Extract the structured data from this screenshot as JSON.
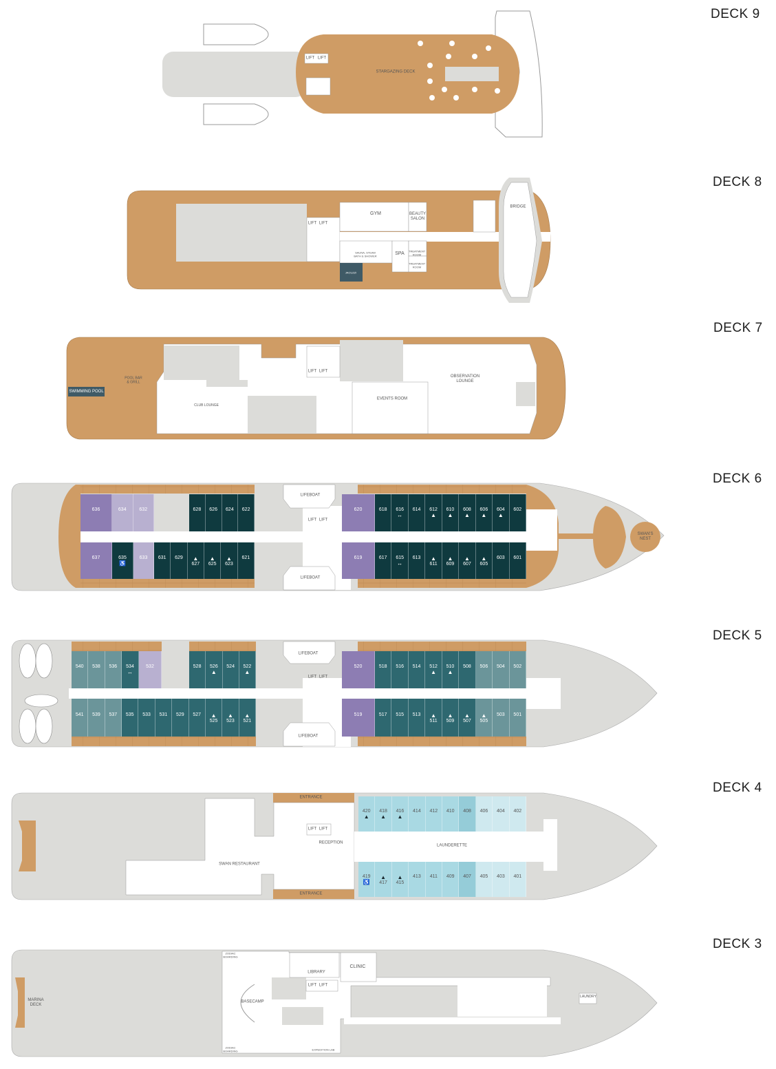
{
  "decks": {
    "d9": {
      "title": "DECK 9",
      "labels": {
        "stargazing": "STARGAZING DECK",
        "lift1": "LIFT",
        "lift2": "LIFT"
      }
    },
    "d8": {
      "title": "DECK 8",
      "labels": {
        "gym": "GYM",
        "beauty": "BEAUTY SALON",
        "lift1": "LIFT",
        "lift2": "LIFT",
        "sauna": "SAUNA, STEAM BATH & SHOWER",
        "spa": "SPA",
        "treat1": "TREATMENT ROOM",
        "treat2": "TREATMENT ROOM",
        "jacuzzi": "JACUZZI",
        "bridge": "BRIDGE"
      }
    },
    "d7": {
      "title": "DECK 7",
      "labels": {
        "pool": "SWIMMING POOL",
        "poolbar": "POOL BAR & GRILL",
        "club": "CLUB LOUNGE",
        "lift1": "LIFT",
        "lift2": "LIFT",
        "events": "EVENTS ROOM",
        "observation": "OBSERVATION LOUNGE"
      }
    },
    "d6": {
      "title": "DECK 6",
      "labels": {
        "lifeboat1": "LIFEBOAT",
        "lifeboat2": "LIFEBOAT",
        "lift1": "LIFT",
        "lift2": "LIFT",
        "swans": "SWAN'S NEST"
      },
      "top": [
        {
          "n": "636",
          "c": "purple",
          "m": ""
        },
        {
          "n": "634",
          "c": "lilac",
          "m": ""
        },
        {
          "n": "632",
          "c": "lilac",
          "m": ""
        },
        {
          "n": "628",
          "c": "navy",
          "m": ""
        },
        {
          "n": "626",
          "c": "navy",
          "m": ""
        },
        {
          "n": "624",
          "c": "navy",
          "m": ""
        },
        {
          "n": "622",
          "c": "navy",
          "m": ""
        },
        {
          "n": "620",
          "c": "purple",
          "m": ""
        },
        {
          "n": "618",
          "c": "navy",
          "m": ""
        },
        {
          "n": "616",
          "c": "navy",
          "m": "↔"
        },
        {
          "n": "614",
          "c": "navy",
          "m": ""
        },
        {
          "n": "612",
          "c": "navy",
          "m": "▲"
        },
        {
          "n": "610",
          "c": "navy",
          "m": "▲"
        },
        {
          "n": "608",
          "c": "navy",
          "m": "▲"
        },
        {
          "n": "606",
          "c": "navy",
          "m": "▲"
        },
        {
          "n": "604",
          "c": "navy",
          "m": "▲"
        },
        {
          "n": "602",
          "c": "navy",
          "m": ""
        }
      ],
      "bottom": [
        {
          "n": "637",
          "c": "purple",
          "m": ""
        },
        {
          "n": "635",
          "c": "navy",
          "m": "♿"
        },
        {
          "n": "633",
          "c": "lilac",
          "m": ""
        },
        {
          "n": "631",
          "c": "navy",
          "m": ""
        },
        {
          "n": "629",
          "c": "navy",
          "m": ""
        },
        {
          "n": "627",
          "c": "navy",
          "m": "▲"
        },
        {
          "n": "625",
          "c": "navy",
          "m": "▲"
        },
        {
          "n": "623",
          "c": "navy",
          "m": "▲"
        },
        {
          "n": "621",
          "c": "navy",
          "m": ""
        },
        {
          "n": "619",
          "c": "purple",
          "m": ""
        },
        {
          "n": "617",
          "c": "navy",
          "m": ""
        },
        {
          "n": "615",
          "c": "navy",
          "m": "↔"
        },
        {
          "n": "613",
          "c": "navy",
          "m": ""
        },
        {
          "n": "611",
          "c": "navy",
          "m": "▲"
        },
        {
          "n": "609",
          "c": "navy",
          "m": "▲"
        },
        {
          "n": "607",
          "c": "navy",
          "m": "▲"
        },
        {
          "n": "605",
          "c": "navy",
          "m": "▲"
        },
        {
          "n": "603",
          "c": "navy",
          "m": ""
        },
        {
          "n": "601",
          "c": "navy",
          "m": ""
        }
      ]
    },
    "d5": {
      "title": "DECK 5",
      "labels": {
        "lifeboat1": "LIFEBOAT",
        "lifeboat2": "LIFEBOAT",
        "lift1": "LIFT",
        "lift2": "LIFT"
      },
      "top": [
        {
          "n": "540",
          "c": "sea",
          "m": ""
        },
        {
          "n": "538",
          "c": "sea",
          "m": ""
        },
        {
          "n": "536",
          "c": "sea",
          "m": ""
        },
        {
          "n": "534",
          "c": "teal",
          "m": "↔"
        },
        {
          "n": "532",
          "c": "lilac",
          "m": ""
        },
        {
          "n": "528",
          "c": "teal",
          "m": ""
        },
        {
          "n": "526",
          "c": "teal",
          "m": "▲"
        },
        {
          "n": "524",
          "c": "teal",
          "m": ""
        },
        {
          "n": "522",
          "c": "teal",
          "m": "▲"
        },
        {
          "n": "520",
          "c": "purple",
          "m": ""
        },
        {
          "n": "518",
          "c": "teal",
          "m": ""
        },
        {
          "n": "516",
          "c": "teal",
          "m": ""
        },
        {
          "n": "514",
          "c": "teal",
          "m": ""
        },
        {
          "n": "512",
          "c": "teal",
          "m": "▲"
        },
        {
          "n": "510",
          "c": "teal",
          "m": "▲"
        },
        {
          "n": "508",
          "c": "teal",
          "m": ""
        },
        {
          "n": "506",
          "c": "sea",
          "m": ""
        },
        {
          "n": "504",
          "c": "sea",
          "m": ""
        },
        {
          "n": "502",
          "c": "sea",
          "m": ""
        }
      ],
      "bottom": [
        {
          "n": "541",
          "c": "sea",
          "m": ""
        },
        {
          "n": "539",
          "c": "sea",
          "m": ""
        },
        {
          "n": "537",
          "c": "sea",
          "m": ""
        },
        {
          "n": "535",
          "c": "teal",
          "m": ""
        },
        {
          "n": "533",
          "c": "teal",
          "m": ""
        },
        {
          "n": "531",
          "c": "teal",
          "m": ""
        },
        {
          "n": "529",
          "c": "teal",
          "m": ""
        },
        {
          "n": "527",
          "c": "teal",
          "m": ""
        },
        {
          "n": "525",
          "c": "teal",
          "m": "▲"
        },
        {
          "n": "523",
          "c": "teal",
          "m": "▲"
        },
        {
          "n": "521",
          "c": "teal",
          "m": "▲"
        },
        {
          "n": "519",
          "c": "purple",
          "m": ""
        },
        {
          "n": "517",
          "c": "teal",
          "m": ""
        },
        {
          "n": "515",
          "c": "teal",
          "m": ""
        },
        {
          "n": "513",
          "c": "teal",
          "m": ""
        },
        {
          "n": "511",
          "c": "teal",
          "m": "▲"
        },
        {
          "n": "509",
          "c": "teal",
          "m": "▲"
        },
        {
          "n": "507",
          "c": "teal",
          "m": "▲"
        },
        {
          "n": "505",
          "c": "sea",
          "m": "▲"
        },
        {
          "n": "503",
          "c": "sea",
          "m": ""
        },
        {
          "n": "501",
          "c": "sea",
          "m": ""
        }
      ]
    },
    "d4": {
      "title": "DECK 4",
      "labels": {
        "entrance1": "ENTRANCE",
        "entrance2": "ENTRANCE",
        "lift1": "LIFT",
        "lift2": "LIFT",
        "reception": "RECEPTION",
        "restaurant": "SWAN RESTAURANT",
        "launderette": "LAUNDERETTE"
      },
      "top": [
        {
          "n": "420",
          "c": "sky",
          "m": "▲"
        },
        {
          "n": "418",
          "c": "sky",
          "m": "▲"
        },
        {
          "n": "416",
          "c": "sky",
          "m": "▲"
        },
        {
          "n": "414",
          "c": "sky",
          "m": ""
        },
        {
          "n": "412",
          "c": "sky",
          "m": ""
        },
        {
          "n": "410",
          "c": "sky",
          "m": ""
        },
        {
          "n": "408",
          "c": "skyd",
          "m": ""
        },
        {
          "n": "406",
          "c": "ice",
          "m": ""
        },
        {
          "n": "404",
          "c": "ice",
          "m": ""
        },
        {
          "n": "402",
          "c": "ice",
          "m": ""
        }
      ],
      "bottom": [
        {
          "n": "419",
          "c": "sky",
          "m": "♿"
        },
        {
          "n": "417",
          "c": "sky",
          "m": "▲"
        },
        {
          "n": "415",
          "c": "sky",
          "m": "▲"
        },
        {
          "n": "413",
          "c": "sky",
          "m": ""
        },
        {
          "n": "411",
          "c": "sky",
          "m": ""
        },
        {
          "n": "409",
          "c": "sky",
          "m": ""
        },
        {
          "n": "407",
          "c": "skyd",
          "m": ""
        },
        {
          "n": "405",
          "c": "ice",
          "m": ""
        },
        {
          "n": "403",
          "c": "ice",
          "m": ""
        },
        {
          "n": "401",
          "c": "ice",
          "m": ""
        }
      ]
    },
    "d3": {
      "title": "DECK 3",
      "labels": {
        "marina": "MARINA DECK",
        "zodiac1": "ZODIAC BOARDING",
        "zodiac2": "ZODIAC BOARDING",
        "library": "LIBRARY",
        "clinic": "CLINIC",
        "lift1": "LIFT",
        "lift2": "LIFT",
        "basecamp": "BASECAMP",
        "expedition": "EXPEDITION LAB",
        "laundry": "LAUNDRY"
      }
    }
  },
  "colors": {
    "deck_wood": "#cf9c65",
    "hull_grey": "#dcdcd9",
    "navy": "#0f3a3f",
    "teal": "#2e6870",
    "sea": "#6b959a",
    "purple": "#8d7db3",
    "lilac": "#b8b0d0",
    "sky": "#a9d9e3",
    "skyd": "#95ccd8",
    "ice": "#cfe9ef"
  }
}
